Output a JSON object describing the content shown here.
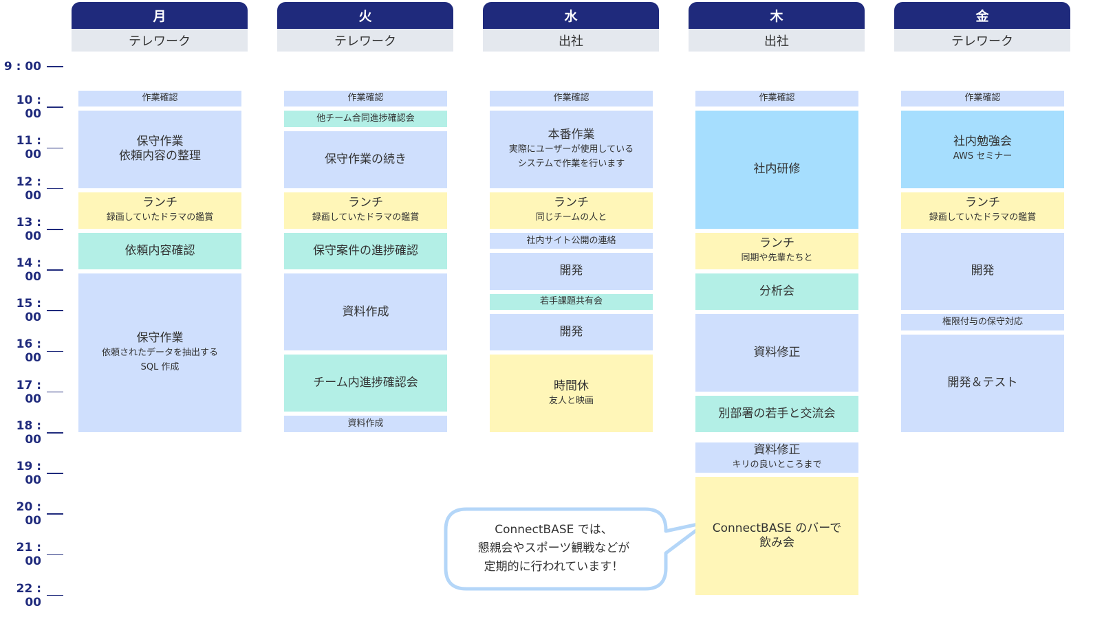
{
  "colors": {
    "navy": "#1f2a7c",
    "work": "#cfdffd",
    "meeting": "#b3efe6",
    "personal": "#fff6b8",
    "training": "#a6defe"
  },
  "times": [
    "9 : 00",
    "10 : 00",
    "11 : 00",
    "12 : 00",
    "13 : 00",
    "14 : 00",
    "15 : 00",
    "16 : 00",
    "17 : 00",
    "18 : 00",
    "19 : 00",
    "20 : 00",
    "21 : 00",
    "22 : 00"
  ],
  "days": [
    {
      "day": "月",
      "mode": "テレワーク",
      "events": [
        {
          "start": 9.5,
          "end": 10,
          "type": "work",
          "title": "作業確認",
          "small": true
        },
        {
          "start": 10,
          "end": 12,
          "type": "work",
          "title": "保守作業\n依頼内容の整理"
        },
        {
          "start": 12,
          "end": 13,
          "type": "personal",
          "title": "ランチ",
          "sub": [
            "録画していたドラマの鑑賞"
          ]
        },
        {
          "start": 13,
          "end": 14,
          "type": "meeting",
          "title": "依頼内容確認"
        },
        {
          "start": 14,
          "end": 18,
          "type": "work",
          "title": "保守作業",
          "sub": [
            "依頼されたデータを抽出する",
            "SQL 作成"
          ]
        }
      ]
    },
    {
      "day": "火",
      "mode": "テレワーク",
      "events": [
        {
          "start": 9.5,
          "end": 10,
          "type": "work",
          "title": "作業確認",
          "small": true
        },
        {
          "start": 10,
          "end": 10.5,
          "type": "meeting",
          "title": "他チーム合同進捗確認会",
          "small": true
        },
        {
          "start": 10.5,
          "end": 12,
          "type": "work",
          "title": "保守作業の続き"
        },
        {
          "start": 12,
          "end": 13,
          "type": "personal",
          "title": "ランチ",
          "sub": [
            "録画していたドラマの鑑賞"
          ]
        },
        {
          "start": 13,
          "end": 14,
          "type": "meeting",
          "title": "保守案件の進捗確認"
        },
        {
          "start": 14,
          "end": 16,
          "type": "work",
          "title": "資料作成"
        },
        {
          "start": 16,
          "end": 17.5,
          "type": "meeting",
          "title": "チーム内進捗確認会"
        },
        {
          "start": 17.5,
          "end": 18,
          "type": "work",
          "title": "資料作成",
          "small": true
        }
      ]
    },
    {
      "day": "水",
      "mode": "出社",
      "events": [
        {
          "start": 9.5,
          "end": 10,
          "type": "work",
          "title": "作業確認",
          "small": true
        },
        {
          "start": 10,
          "end": 12,
          "type": "work",
          "title": "本番作業",
          "sub": [
            "実際にユーザーが使用している",
            "システムで作業を行います"
          ]
        },
        {
          "start": 12,
          "end": 13,
          "type": "personal",
          "title": "ランチ",
          "sub": [
            "同じチームの人と"
          ]
        },
        {
          "start": 13,
          "end": 13.5,
          "type": "work",
          "title": "社内サイト公開の連絡",
          "small": true
        },
        {
          "start": 13.5,
          "end": 14.5,
          "type": "work",
          "title": "開発"
        },
        {
          "start": 14.5,
          "end": 15,
          "type": "meeting",
          "title": "若手課題共有会",
          "small": true
        },
        {
          "start": 15,
          "end": 16,
          "type": "work",
          "title": "開発"
        },
        {
          "start": 16,
          "end": 18,
          "type": "personal",
          "title": "時間休",
          "sub": [
            "友人と映画"
          ]
        }
      ]
    },
    {
      "day": "木",
      "mode": "出社",
      "events": [
        {
          "start": 9.5,
          "end": 10,
          "type": "work",
          "title": "作業確認",
          "small": true
        },
        {
          "start": 10,
          "end": 13,
          "type": "training",
          "title": "社内研修"
        },
        {
          "start": 13,
          "end": 14,
          "type": "personal",
          "title": "ランチ",
          "sub": [
            "同期や先輩たちと"
          ]
        },
        {
          "start": 14,
          "end": 15,
          "type": "meeting",
          "title": "分析会"
        },
        {
          "start": 15,
          "end": 17,
          "type": "work",
          "title": "資料修正"
        },
        {
          "start": 17,
          "end": 18,
          "type": "meeting",
          "title": "別部署の若手と交流会"
        },
        {
          "start": 18.15,
          "end": 19,
          "type": "work",
          "title": "資料修正",
          "sub": [
            "キリの良いところまで"
          ]
        },
        {
          "start": 19,
          "end": 22,
          "type": "personal",
          "title": "ConnectBASE のバーで\n飲み会"
        }
      ]
    },
    {
      "day": "金",
      "mode": "テレワーク",
      "events": [
        {
          "start": 9.5,
          "end": 10,
          "type": "work",
          "title": "作業確認",
          "small": true
        },
        {
          "start": 10,
          "end": 12,
          "type": "training",
          "title": "社内勉強会",
          "sub": [
            "AWS セミナー"
          ]
        },
        {
          "start": 12,
          "end": 13,
          "type": "personal",
          "title": "ランチ",
          "sub": [
            "録画していたドラマの鑑賞"
          ]
        },
        {
          "start": 13,
          "end": 15,
          "type": "work",
          "title": "開発"
        },
        {
          "start": 15,
          "end": 15.5,
          "type": "work",
          "title": "権限付与の保守対応",
          "small": true
        },
        {
          "start": 15.5,
          "end": 18,
          "type": "work",
          "title": "開発＆テスト"
        }
      ]
    }
  ],
  "bubble": {
    "lines": [
      "ConnectBASE では、",
      "懇親会やスポーツ観戦などが",
      "定期的に行われています！"
    ]
  }
}
